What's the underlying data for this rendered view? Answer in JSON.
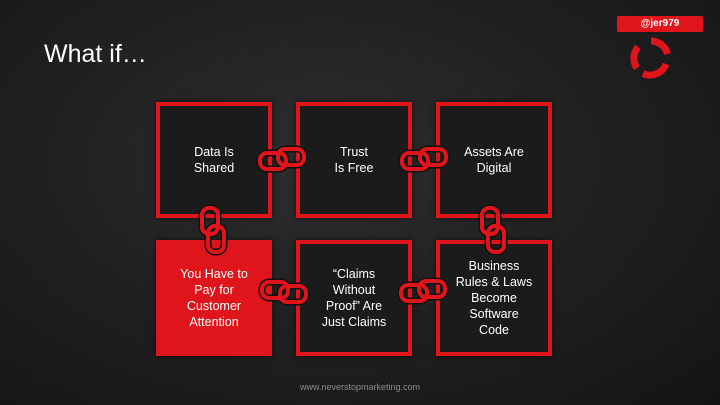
{
  "slide": {
    "title": "What if…",
    "handle": "@jer979",
    "footer": "www.neverstopmarketing.com",
    "accent_color": "#e0141b",
    "logo_icon": "circular-arrows-icon"
  },
  "grid": {
    "boxes": [
      {
        "text": "Data Is\nShared",
        "filled": false
      },
      {
        "text": "Trust\nIs Free",
        "filled": false
      },
      {
        "text": "Assets Are\nDigital",
        "filled": false
      },
      {
        "text": "You Have to\nPay for\nCustomer\nAttention",
        "filled": true
      },
      {
        "text": "“Claims\nWithout\nProof” Are\nJust Claims",
        "filled": false
      },
      {
        "text": "Business\nRules & Laws\nBecome\nSoftware\nCode",
        "filled": false
      }
    ],
    "link_icon": "chain-link-icon"
  }
}
